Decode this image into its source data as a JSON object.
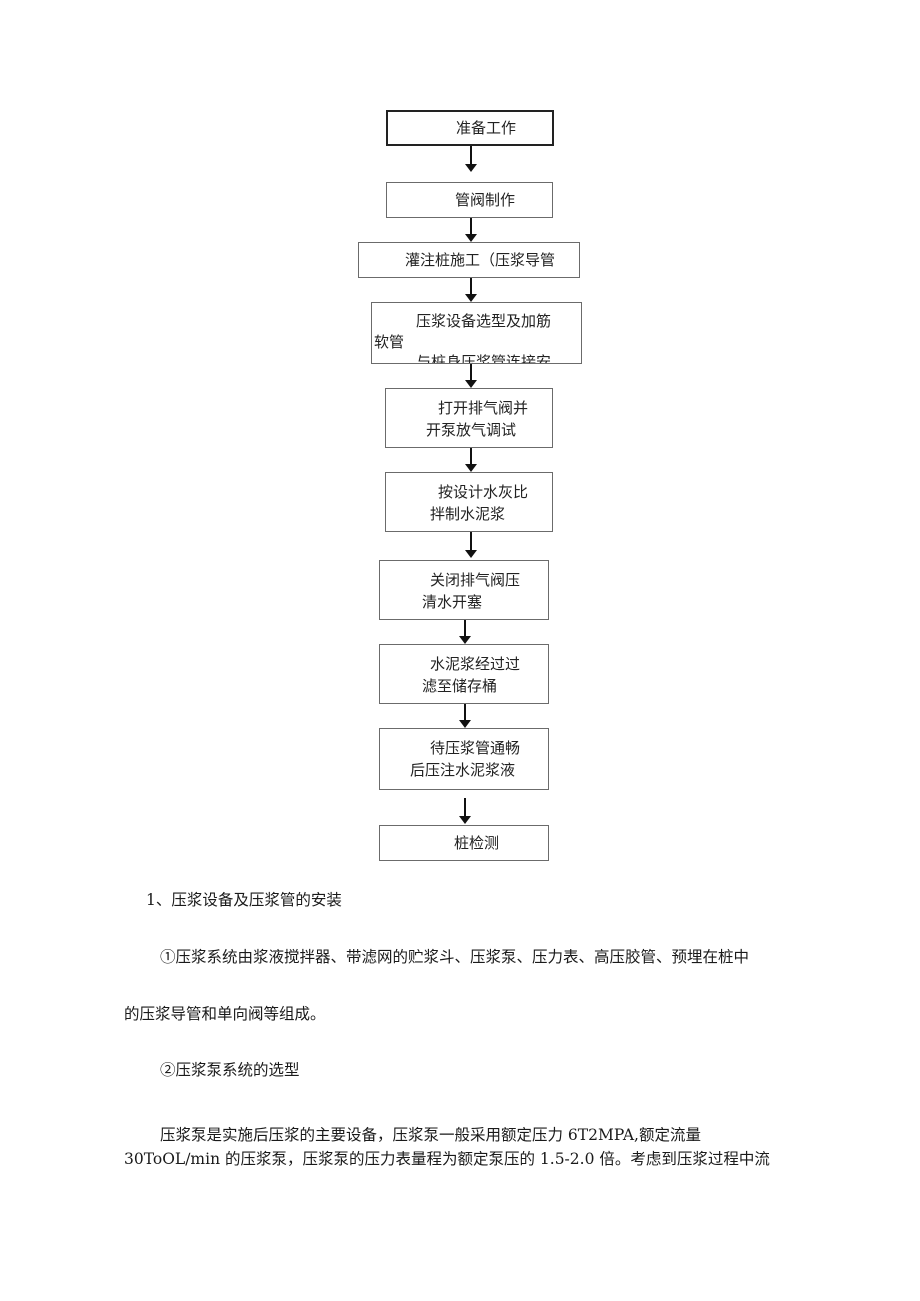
{
  "flowchart": {
    "steps": [
      {
        "lines": [
          "准备工作"
        ]
      },
      {
        "lines": [
          "管阀制作"
        ]
      },
      {
        "lines": [
          "灌注桩施工（压浆导管"
        ]
      },
      {
        "lines": [
          "压浆设备选型及加筋",
          "软管",
          "与桩身压浆管连接安"
        ]
      },
      {
        "lines": [
          "打开排气阀并",
          "开泵放气调试"
        ]
      },
      {
        "lines": [
          "按设计水灰比",
          "拌制水泥浆"
        ]
      },
      {
        "lines": [
          "关闭排气阀压",
          "清水开塞"
        ]
      },
      {
        "lines": [
          "水泥浆经过过",
          "滤至储存桶"
        ]
      },
      {
        "lines": [
          "待压浆管通畅",
          "后压注水泥浆液"
        ]
      },
      {
        "lines": [
          "桩检测"
        ]
      }
    ]
  },
  "text": {
    "heading": "1、压浆设备及压浆管的安装",
    "para1_line1": "①压浆系统由浆液搅拌器、带滤网的贮浆斗、压浆泵、压力表、高压胶管、预埋在桩中",
    "para1_line2": "的压浆导管和单向阀等组成。",
    "para2": "②压浆泵系统的选型",
    "para3_line1": "压浆泵是实施后压浆的主要设备，压浆泵一般采用额定压力 6T2MPA,额定流量",
    "para3_line2": "30ToOL∕min 的压浆泵，压浆泵的压力表量程为额定泵压的 1.5-2.0 倍。考虑到压浆过程中流"
  }
}
